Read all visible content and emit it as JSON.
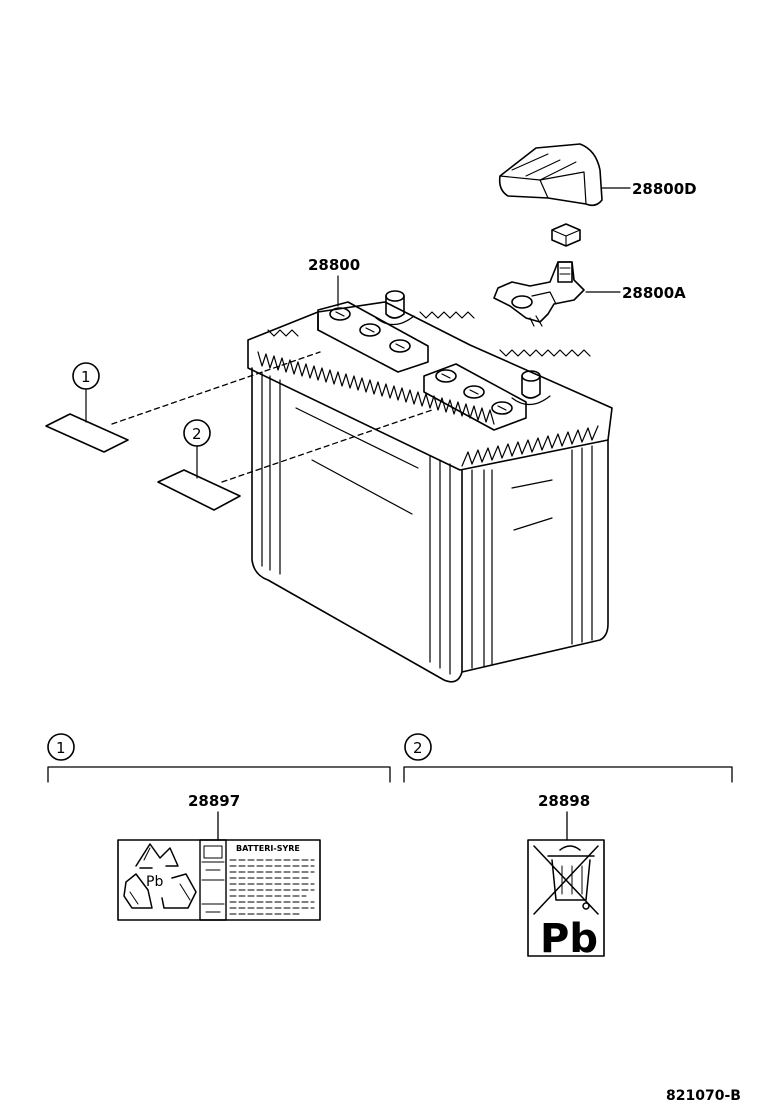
{
  "parts": {
    "battery": "28800",
    "terminal_cover": "28800D",
    "terminal_clamp": "28800A",
    "label_1": "28897",
    "label_2": "28898"
  },
  "callouts": [
    "1",
    "2"
  ],
  "label_1_text": {
    "heading": "BATTERI-SYRE",
    "symbol": "Pb"
  },
  "label_2_text": {
    "symbol": "Pb"
  },
  "figure_ref": "821070-B"
}
